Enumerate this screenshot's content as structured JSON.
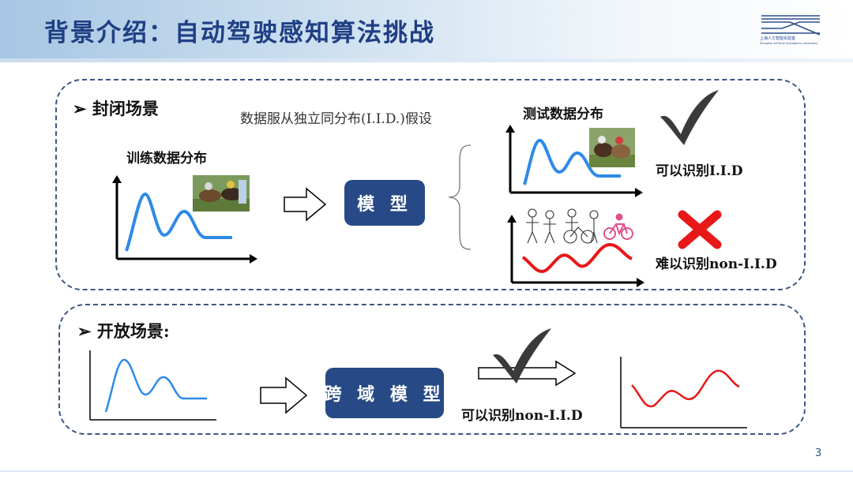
{
  "header": {
    "title": "背景介绍：自动驾驶感知算法挑战",
    "logo_cn": "上海人工智能实验室",
    "logo_en": "Shanghai Artificial Intelligence Laboratory"
  },
  "closed_scenario": {
    "heading": "➢ 封闭场景",
    "assumption": "数据服从独立同分布(I.I.D.)假设",
    "train_label": "训练数据分布",
    "model_label": "模 型",
    "test_label": "测试数据分布",
    "iid_result": "可以识别I.I.D",
    "non_iid_result": "难以识别non-I.I.D"
  },
  "open_scenario": {
    "heading": "➢ 开放场景:",
    "model_label": "跨 域 模 型",
    "result": "可以识别non-I.I.D"
  },
  "colors": {
    "blue_curve": "#2e8ae6",
    "red_curve": "#e81818",
    "model_box": "#274a86",
    "title": "#1f3f84"
  },
  "icons": [
    "checkmark-icon",
    "cross-icon",
    "hollow-arrow-icon",
    "brace-icon",
    "horse-photo",
    "sketch-people",
    "bicycle-icon",
    "lab-logo"
  ],
  "page_number": "3"
}
